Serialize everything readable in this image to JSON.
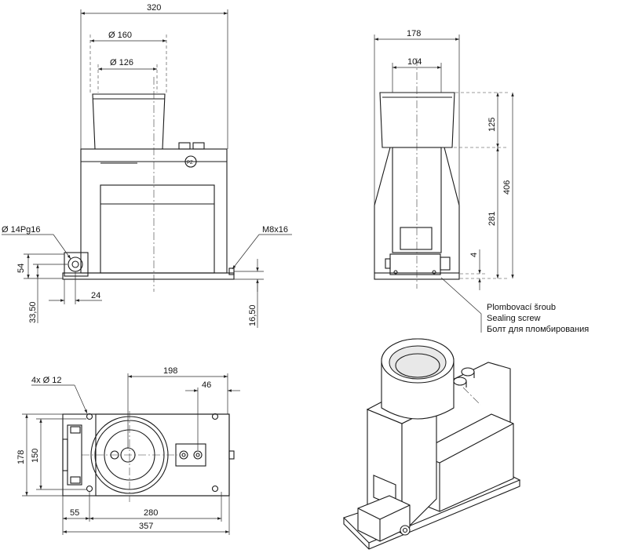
{
  "front_view": {
    "width_320": "320",
    "dia_160": "Ø 160",
    "dia_126": "Ø 126",
    "gland": "Ø 14Pg16",
    "bolt": "M8x16",
    "h_54": "54",
    "off_24": "24",
    "h_33_50": "33,50",
    "h_16_50": "16,50"
  },
  "side_view": {
    "width_178": "178",
    "width_104": "104",
    "h_125": "125",
    "h_406": "406",
    "h_281": "281",
    "h_4": "4",
    "sealing_screw": [
      "Plombovací šroub",
      "Sealing screw",
      "Болт для пломбирования"
    ]
  },
  "top_view": {
    "holes": "4x Ø 12",
    "d_198": "198",
    "d_46": "46",
    "d_178": "178",
    "d_150": "150",
    "d_55": "55",
    "d_280": "280",
    "d_357": "357"
  },
  "iso_view": {
    "description_icon": "device-isometric-drawing"
  }
}
